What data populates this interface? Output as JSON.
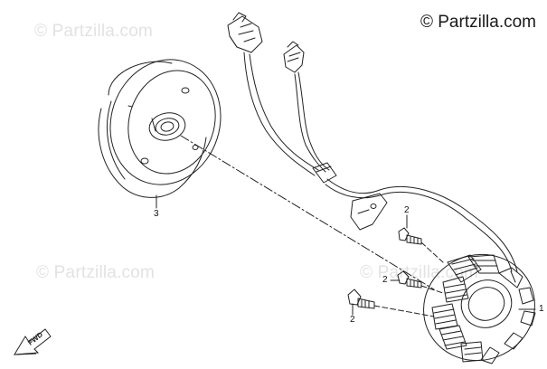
{
  "watermarks": [
    "© Partzilla.com",
    "© Partzilla.com",
    "© Partzilla.com"
  ],
  "brand": "© Partzilla.com",
  "callouts": {
    "stator": "1",
    "bolt_upper": "2",
    "bolt_middle": "2",
    "bolt_lower": "2",
    "flywheel": "3"
  },
  "direction_arrow": "FWD",
  "colors": {
    "line": "#222222",
    "watermark": "#e2e2e2",
    "brand_text": "#1a1a1a"
  }
}
